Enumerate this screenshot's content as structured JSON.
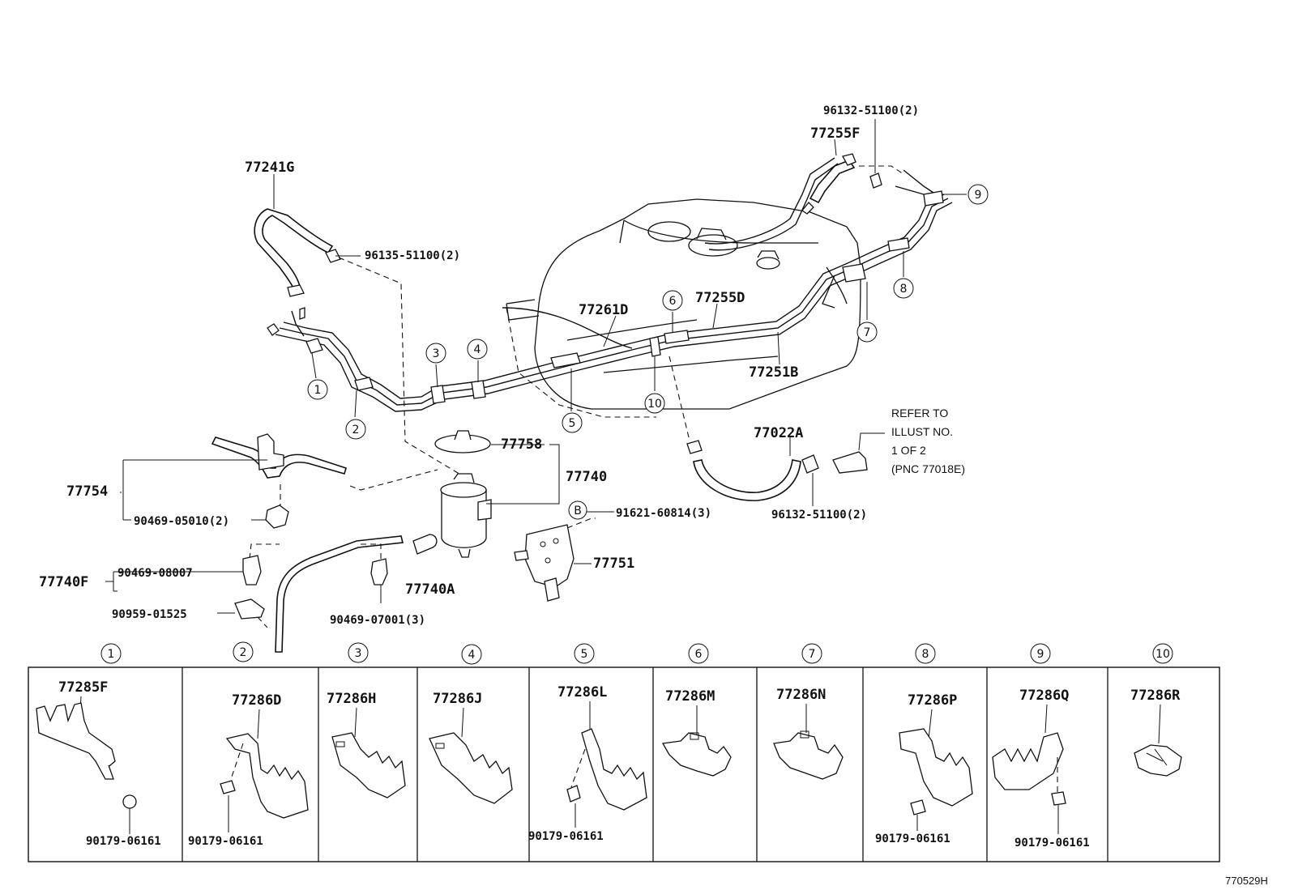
{
  "diagram": {
    "figure_id": "770529H",
    "note": {
      "lines": [
        "REFER TO",
        "ILLUST NO.",
        "1 OF 2",
        "(PNC 77018E)"
      ]
    },
    "parts": {
      "p77241G": "77241G",
      "p96135": "96135-51100(2)",
      "p96132_top": "96132-51100(2)",
      "p77255F": "77255F",
      "p77261D": "77261D",
      "p77255D": "77255D",
      "p77251B": "77251B",
      "p77022A": "77022A",
      "p96132_mid": "96132-51100(2)",
      "p77758": "77758",
      "p77740": "77740",
      "p77754": "77754",
      "p90469_05010": "90469-05010(2)",
      "p91621": "91621-60814(3)",
      "p77751": "77751",
      "p77740F": "77740F",
      "p90469_08007": "90469-08007",
      "p77740A": "77740A",
      "p90959": "90959-01525",
      "p90469_07001": "90469-07001(3)",
      "ref_b": "B"
    },
    "callouts": [
      "1",
      "2",
      "3",
      "4",
      "5",
      "6",
      "7",
      "8",
      "9",
      "10"
    ],
    "panels": [
      {
        "num": "1",
        "part": "77285F",
        "bolt": "90179-06161"
      },
      {
        "num": "2",
        "part": "77286D",
        "bolt": "90179-06161"
      },
      {
        "num": "3",
        "part": "77286H",
        "bolt": ""
      },
      {
        "num": "4",
        "part": "77286J",
        "bolt": ""
      },
      {
        "num": "5",
        "part": "77286L",
        "bolt": "90179-06161"
      },
      {
        "num": "6",
        "part": "77286M",
        "bolt": ""
      },
      {
        "num": "7",
        "part": "77286N",
        "bolt": ""
      },
      {
        "num": "8",
        "part": "77286P",
        "bolt": "90179-06161"
      },
      {
        "num": "9",
        "part": "77286Q",
        "bolt": "90179-06161"
      },
      {
        "num": "10",
        "part": "77286R",
        "bolt": ""
      }
    ]
  }
}
